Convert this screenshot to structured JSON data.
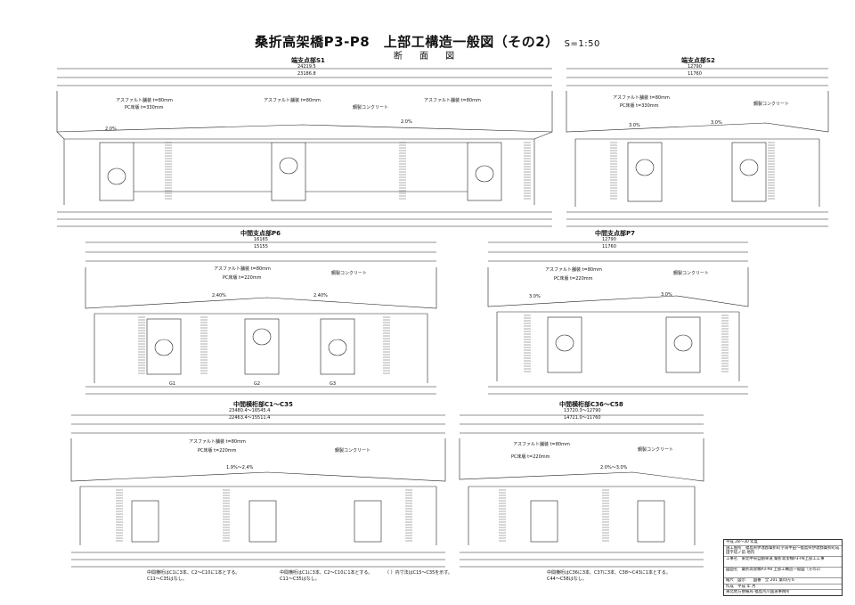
{
  "title": {
    "main": "桑折高架橋P3-P8　上部工構造一般図（その2）",
    "scale": "S=1:50",
    "sub": "断 面 図"
  },
  "sections": [
    {
      "id": "s1",
      "label": "端支点部S1",
      "top_dims": [
        "24219.5",
        "23186.8"
      ]
    },
    {
      "id": "s2",
      "label": "端支点部S2",
      "top_dims": [
        "12790",
        "11760"
      ]
    },
    {
      "id": "p6",
      "label": "中間支点部P6",
      "top_dims": [
        "16165",
        "15155"
      ]
    },
    {
      "id": "p7",
      "label": "中間支点部P7",
      "top_dims": [
        "12790",
        "11760"
      ]
    },
    {
      "id": "c1",
      "label": "中間横桁部C1～C35",
      "top_dims": [
        "23480.4～16545.4",
        "22463.4～15511.4"
      ]
    },
    {
      "id": "c36",
      "label": "中間横桁部C36～C58",
      "top_dims": [
        "13720.3～12790",
        "14721.0～11760"
      ]
    }
  ],
  "annotations": {
    "asphalt": "アスファルト舗装 t=80mm",
    "pc_slab": "PC床版 t=330mm",
    "pc_slab2": "PC床版 t=220mm",
    "steel_conc": "鋼製コンクリート",
    "slope1": "2.0%",
    "slope2": "3.0%",
    "slope3": "2.40%",
    "slope4": "1.9%～2.4%",
    "slope5": "2.0%～3.0%",
    "g1": "G1",
    "g2": "G2",
    "g3": "G3"
  },
  "notes": {
    "n1": "中間横桁はC1に3本、C2～C10に1本とする。\nC11～C35はなし。",
    "n2": "中間横桁はC1に3本、C2～C10に1本とする。\nC11～C35はなし。",
    "n3": "（ ）内寸法はC15～C35を示す。",
    "n4": "中間横桁はC36に3本、C37に3本、C38～C43に1本とする。\nC44～C58はなし。"
  },
  "title_block": {
    "rows": [
      "平成 28～30 年度",
      "施工箇所　福島県伊達郡桑折町字南半田～福島県伊達郡桑折町成田字塔ノ前 地内",
      "工事名　東北中央自動車道 桑折高架橋P3-P8上部工工事",
      "図面名　桑折高架橋P3-P8 上部工構造一般図（その2）",
      "縮尺　図示　　図番　全 201 葉の内 6",
      "作成　平成 年 月",
      "東北地方整備局 福島河川国道事務所"
    ]
  }
}
